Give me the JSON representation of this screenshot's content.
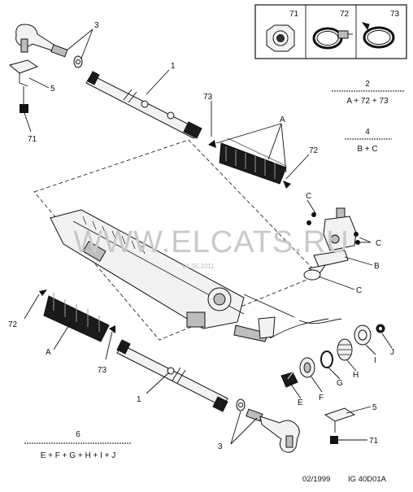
{
  "legend_box": {
    "items": [
      {
        "num": "71",
        "icon": "nut-icon"
      },
      {
        "num": "72",
        "icon": "hose-clamp-icon"
      },
      {
        "num": "73",
        "icon": "clip-clamp-icon"
      }
    ]
  },
  "kits": [
    {
      "num": "2",
      "formula": "A + 72 + 73"
    },
    {
      "num": "4",
      "formula": "B + C"
    },
    {
      "num": "6",
      "formula": "E + F + G + H + I + J"
    }
  ],
  "callouts": {
    "c3_top": "3",
    "c1_top": "1",
    "c5_top": "5",
    "c71_top": "71",
    "c73_top": "73",
    "cA_top": "A",
    "c72_top": "72",
    "cC_1": "C",
    "cC_2": "C",
    "cB": "B",
    "cC_3": "C",
    "c72_left": "72",
    "cA_left": "A",
    "c73_left": "73",
    "c1_bottom": "1",
    "cE": "E",
    "cF": "F",
    "cG": "G",
    "cH": "H",
    "cI": "I",
    "cJ": "J",
    "c5_bottom": "5",
    "c71_bottom": "71",
    "c3_bottom": "3"
  },
  "watermark": "WWW.ELCATS.RU",
  "stamp": "04.05.2011",
  "footer": {
    "date": "02/1999",
    "code": "IG 40D01A"
  }
}
